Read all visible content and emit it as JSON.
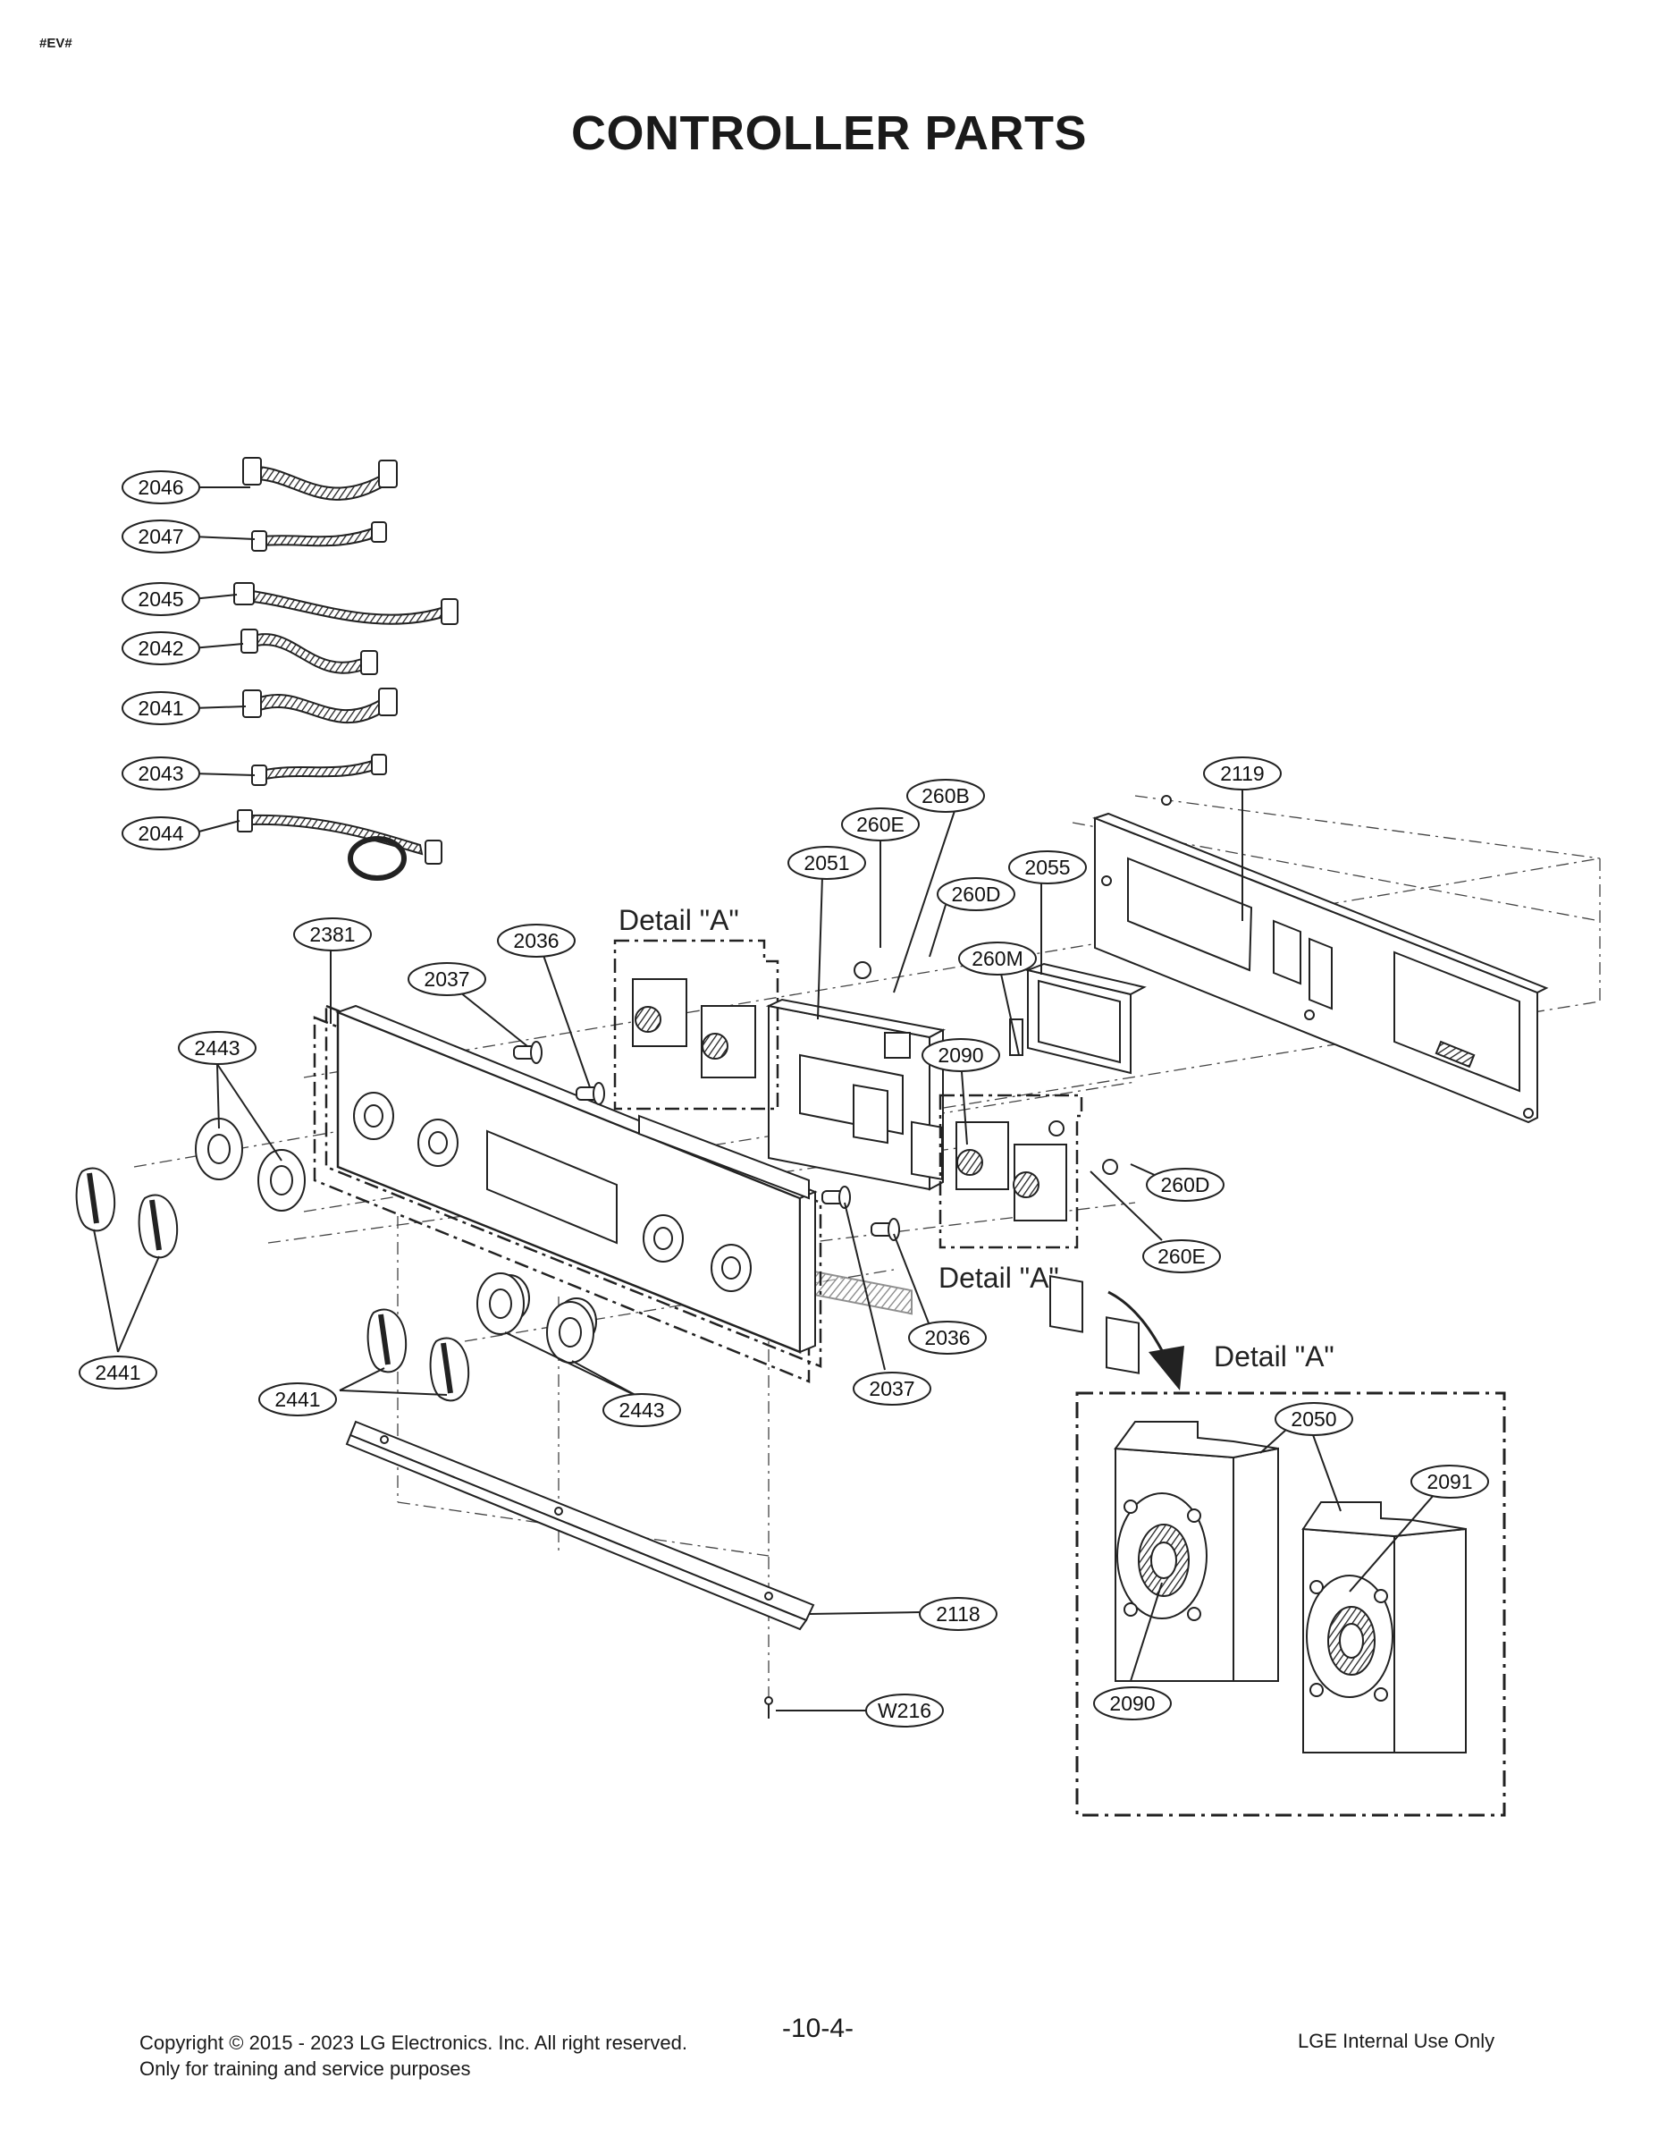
{
  "page_tag": "#EV#",
  "title": "CONTROLLER PARTS",
  "detail_label": "Detail \"A\"",
  "callouts": [
    "2046",
    "2047",
    "2045",
    "2042",
    "2041",
    "2043",
    "2044",
    "2119",
    "260B",
    "260E",
    "2051",
    "2055",
    "260D",
    "2381",
    "2036",
    "2037",
    "260M",
    "2443",
    "2090",
    "260D",
    "260E",
    "2036",
    "2037",
    "2441",
    "2441",
    "2443",
    "2050",
    "2091",
    "2090",
    "2118",
    "W216"
  ],
  "footer": {
    "copyright": "Copyright © 2015 - 2023 LG Electronics. Inc. All right reserved.",
    "note": "Only for training and service purposes",
    "page_number": "-10-4-",
    "internal": "LGE Internal Use Only"
  }
}
